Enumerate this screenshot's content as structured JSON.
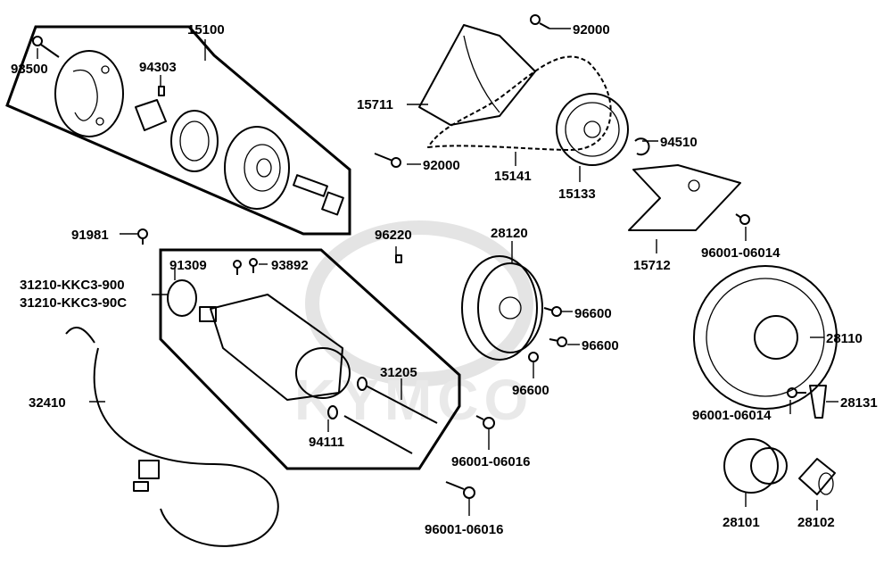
{
  "watermark": {
    "text": "KYMCO"
  },
  "labels": {
    "p15100": "15100",
    "p93500": "93500",
    "p94303": "94303",
    "p92000a": "92000",
    "p15711": "15711",
    "p92000b": "92000",
    "p15141": "15141",
    "p15133": "15133",
    "p94510": "94510",
    "p15712": "15712",
    "p96001_06014a": "96001-06014",
    "p91981": "91981",
    "p96220": "96220",
    "p28120": "28120",
    "p91309": "91309",
    "p93892": "93892",
    "p31210a": "31210-KKC3-900",
    "p31210b": "31210-KKC3-90C",
    "p96600a": "96600",
    "p96600b": "96600",
    "p96600c": "96600",
    "p28110": "28110",
    "p31205": "31205",
    "p32410": "32410",
    "p94111": "94111",
    "p96001_06016a": "96001-06016",
    "p96001_06016b": "96001-06016",
    "p96001_06014b": "96001-06014",
    "p28131": "28131",
    "p28101": "28101",
    "p28102": "28102"
  }
}
